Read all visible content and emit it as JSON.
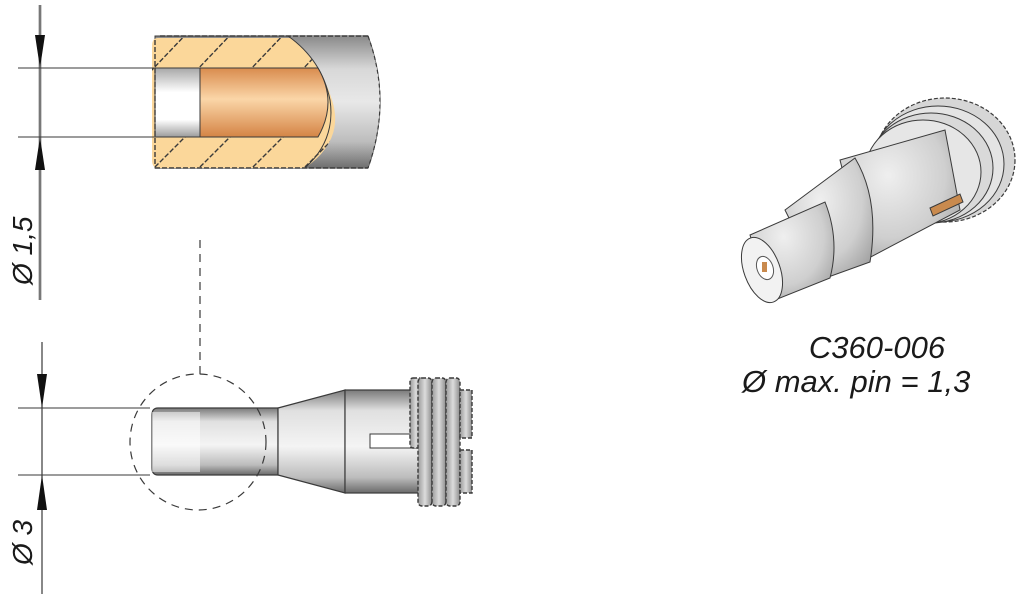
{
  "drawing": {
    "top_dimension": {
      "label": "Ø 1,5",
      "symbol": "Ø",
      "value": "1,5"
    },
    "bottom_dimension": {
      "label": "Ø 3",
      "symbol": "Ø",
      "value": "3"
    }
  },
  "caption": {
    "part_number": "C360-006",
    "pin_spec": "Ø max. pin = 1,3"
  },
  "colors": {
    "hatch_fill": "#fbd79a",
    "copper_bore": "#f2b57d",
    "steel_grey": "#c8c8c8",
    "line": "#2a2a2a",
    "dim_line_grey": "#9a9a9a"
  }
}
